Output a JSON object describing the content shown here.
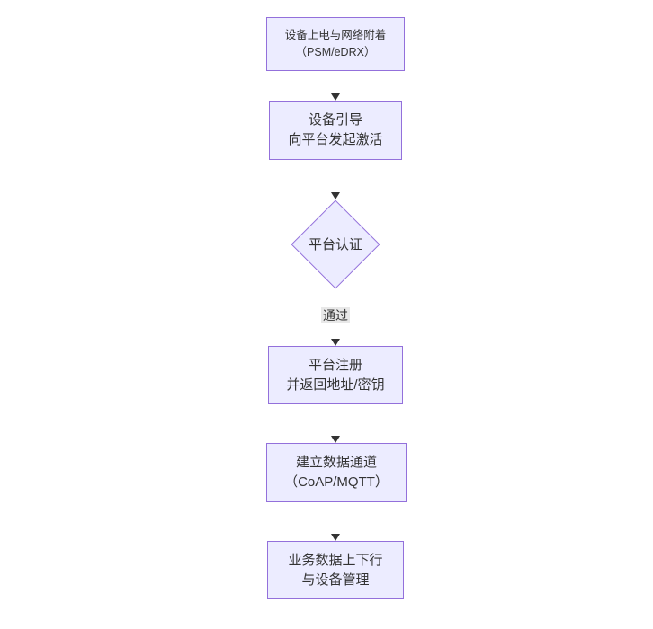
{
  "colors": {
    "node_fill": "#ECECFF",
    "node_border": "#9370DB",
    "edge_line": "#333333",
    "text": "#333333",
    "edge_label_bg": "#e8e8e8",
    "canvas_bg": "#ffffff"
  },
  "nodes": {
    "power_attach": {
      "line1": "设备上电与网络附着",
      "line2": "（PSM/eDRX）"
    },
    "bootstrap": {
      "line1": "设备引导",
      "line2": "向平台发起激活"
    },
    "auth": {
      "label": "平台认证"
    },
    "register": {
      "line1": "平台注册",
      "line2": "并返回地址/密钥"
    },
    "channel": {
      "line1": "建立数据通道",
      "line2": "（CoAP/MQTT）"
    },
    "business": {
      "line1": "业务数据上下行",
      "line2": "与设备管理"
    }
  },
  "edges": {
    "auth_to_register": {
      "label": "通过"
    }
  },
  "chart_data": {
    "type": "flowchart",
    "direction": "top-down",
    "steps": [
      "设备上电与网络附着（PSM/eDRX）",
      "设备引导 向平台发起激活",
      "平台认证",
      "平台注册 并返回地址/密钥",
      "建立数据通道（CoAP/MQTT）",
      "业务数据上下行 与设备管理"
    ],
    "decision_nodes": [
      "平台认证"
    ],
    "edge_labels": [
      {
        "from": "平台认证",
        "to": "平台注册 并返回地址/密钥",
        "label": "通过"
      }
    ]
  }
}
